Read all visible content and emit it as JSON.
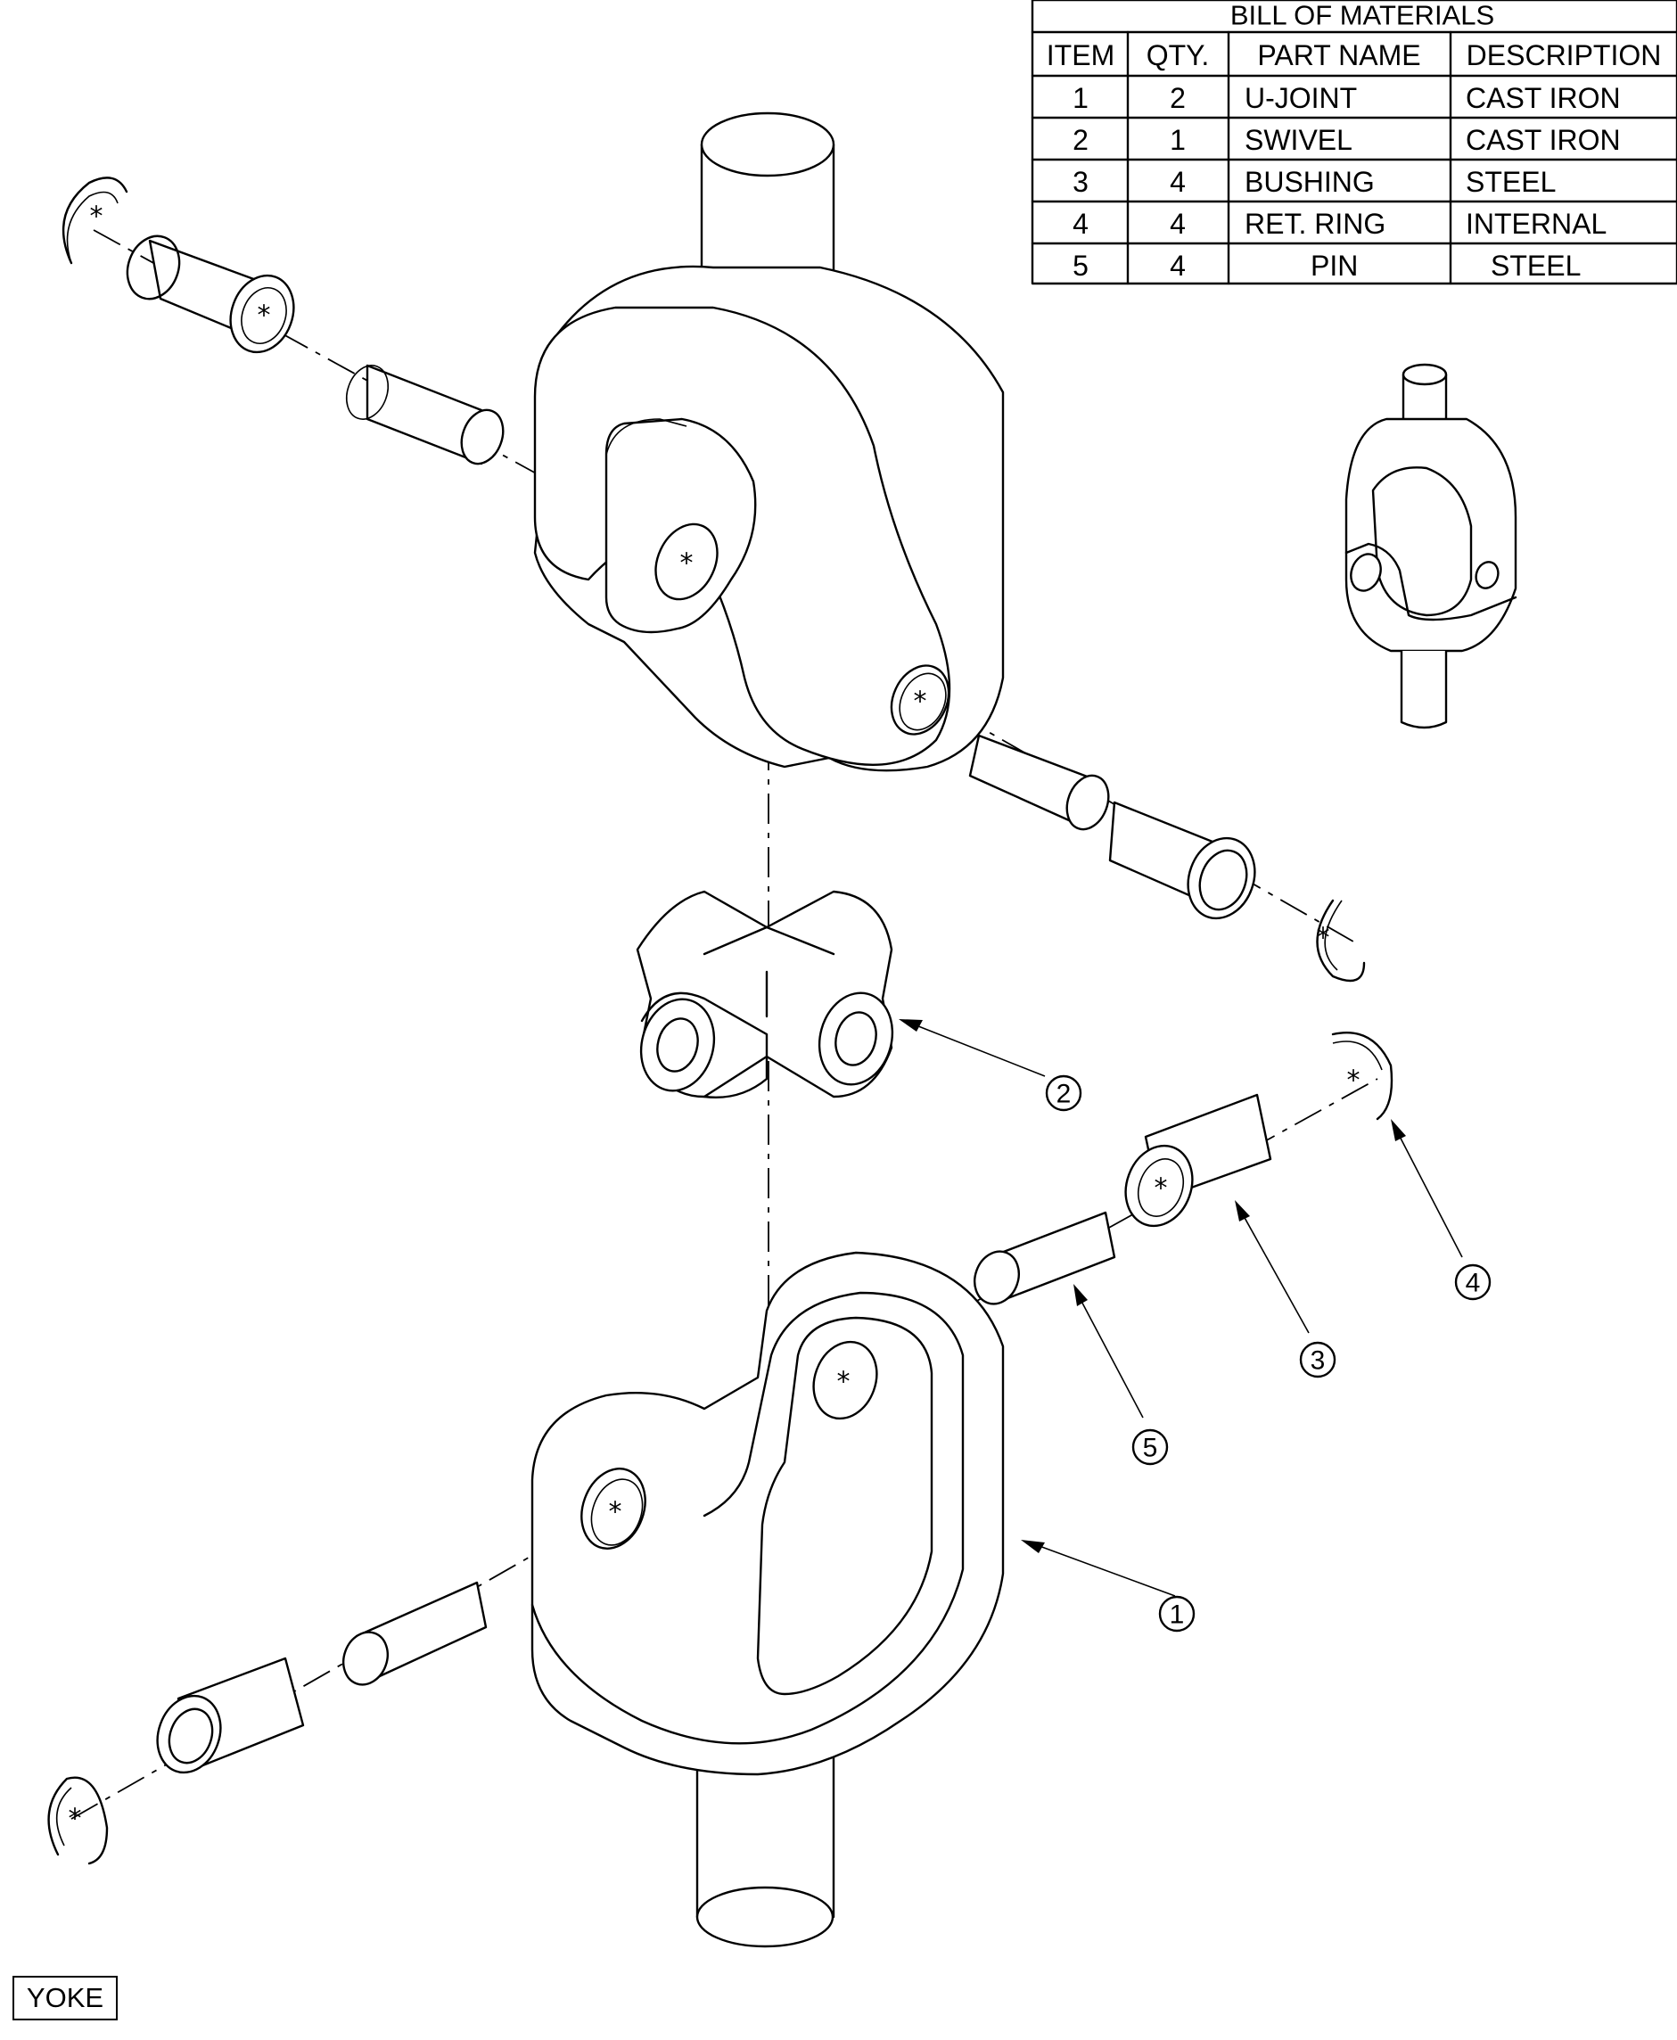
{
  "bom": {
    "title": "BILL OF MATERIALS",
    "headers": [
      "ITEM",
      "QTY.",
      "PART NAME",
      "DESCRIPTION"
    ],
    "rows": [
      [
        "1",
        "2",
        "U-JOINT",
        "CAST IRON"
      ],
      [
        "2",
        "1",
        "SWIVEL",
        "CAST IRON"
      ],
      [
        "3",
        "4",
        "BUSHING",
        "STEEL"
      ],
      [
        "4",
        "4",
        "RET. RING",
        "INTERNAL"
      ],
      [
        "5",
        "4",
        "PIN",
        "STEEL"
      ]
    ]
  },
  "balloons": [
    "1",
    "2",
    "3",
    "4",
    "5"
  ],
  "center_mark": "*",
  "view_label": "YOKE"
}
